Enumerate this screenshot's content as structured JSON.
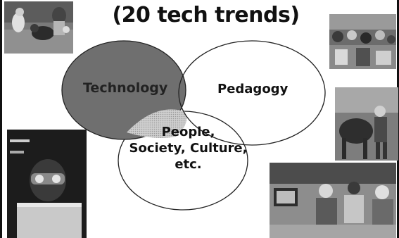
{
  "title": "(20 tech trends)",
  "venn": {
    "technology": "Technology",
    "pedagogy": "Pedagogy",
    "people_line1": "People,",
    "people_line2": "Society, Culture,",
    "people_line3": "etc."
  },
  "colors": {
    "technology_fill": "#6f6f6f",
    "circle_stroke": "#222222"
  },
  "photos": [
    {
      "name": "photo-children-playing"
    },
    {
      "name": "photo-crowd-market"
    },
    {
      "name": "photo-student-vr-headset"
    },
    {
      "name": "photo-man-with-horse"
    },
    {
      "name": "photo-computer-lab"
    }
  ]
}
